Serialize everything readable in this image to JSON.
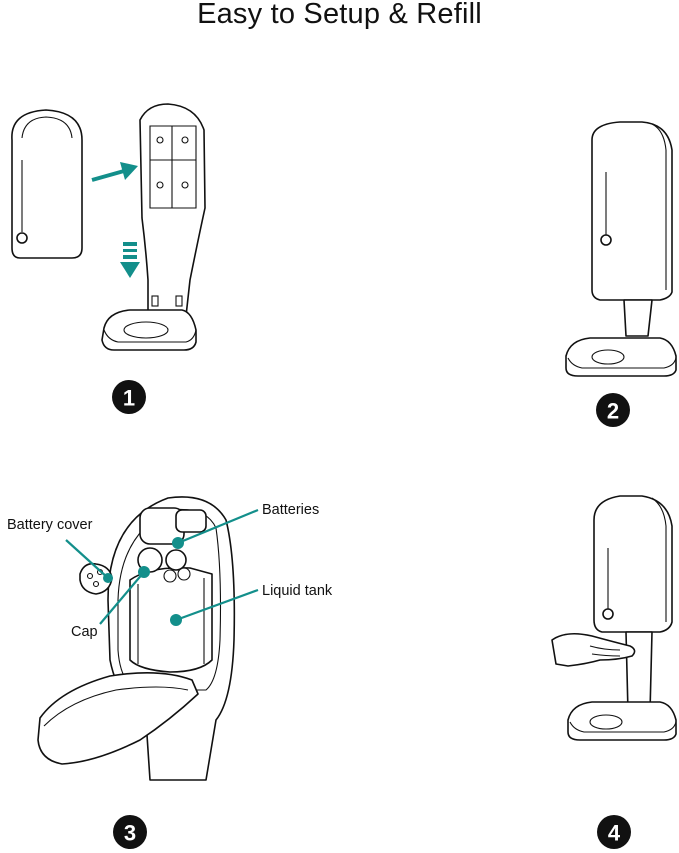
{
  "title": "Easy to Setup & Refill",
  "steps": [
    "1",
    "2",
    "3",
    "4"
  ],
  "labels": {
    "battery_cover": "Battery cover",
    "batteries": "Batteries",
    "cap": "Cap",
    "liquid_tank": "Liquid tank"
  },
  "colors": {
    "accent": "#138f8b",
    "line": "#111111"
  },
  "icons": [
    "dispenser-icon",
    "wall-plate-icon",
    "stand-base-icon",
    "arrow-icon",
    "hand-icon"
  ]
}
